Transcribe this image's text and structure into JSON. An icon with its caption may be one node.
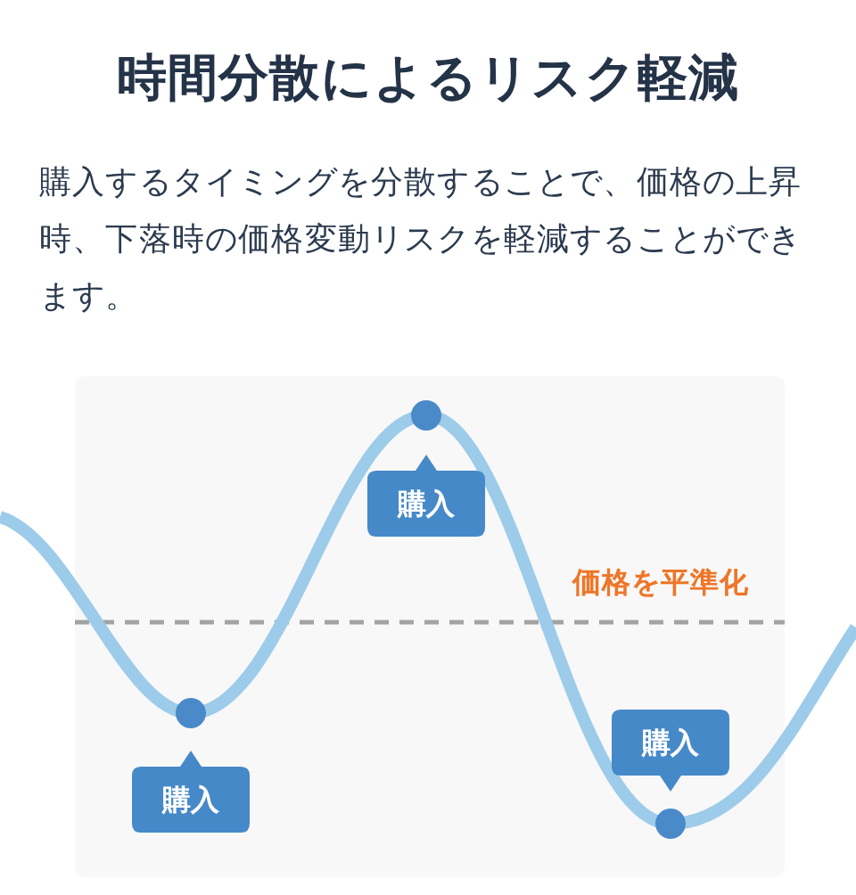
{
  "diagram": {
    "title": "時間分散によるリスク軽減",
    "nodes": [
      {
        "text": [
          "購入"
        ]
      },
      {
        "text": [
          "購入"
        ]
      },
      {
        "text": [
          "購入"
        ]
      }
    ],
    "labels": [
      "購入するタイミングを分散することで、価格の上昇時、下落時の価格変動リスクを軽減することができます。",
      "価格を平準化"
    ]
  }
}
